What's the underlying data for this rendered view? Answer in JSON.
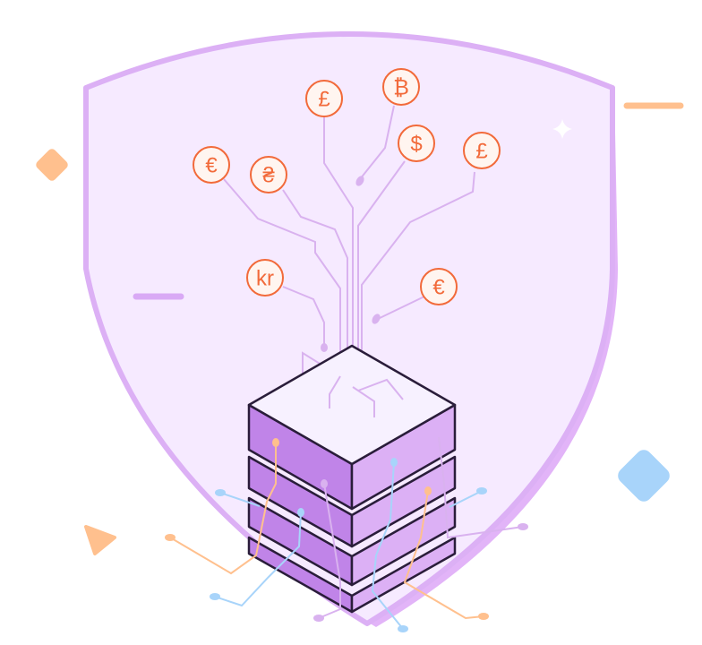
{
  "colors": {
    "shield_fill": "#f6eaff",
    "shield_stroke": "#dcb0f5",
    "shield_shadow": "#e2b4f8",
    "coin_stroke": "#f26a3a",
    "coin_fill": "#fff5f0",
    "trace": "#d9b2ef",
    "server_top": "#f7f1ff",
    "server_side_left": "#c084e8",
    "server_side_right": "#dcb0f5",
    "server_outline": "#2a1d3a",
    "accent_orange": "#ffc08e",
    "accent_blue": "#a8d4fa"
  },
  "currency_symbols": [
    "£",
    "₿",
    "€",
    "₴",
    "$",
    "£",
    "kr",
    "€"
  ],
  "illustration": {
    "subject": "shield-with-server-stack",
    "decorations": [
      "diamond-orange",
      "diamond-blue",
      "triangle-orange",
      "sparkle-white",
      "dash-purple",
      "dash-orange"
    ]
  }
}
